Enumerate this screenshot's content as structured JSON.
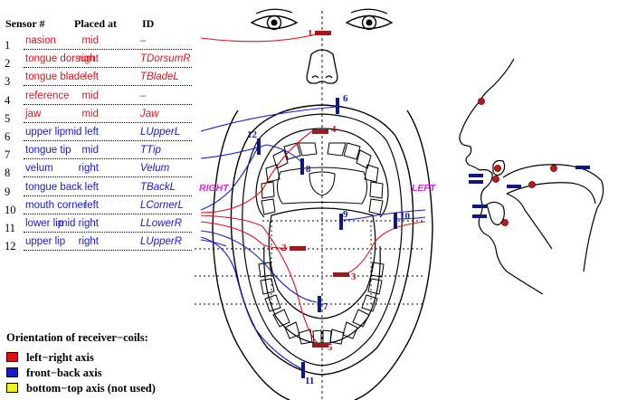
{
  "header": {
    "sensor": "Sensor #",
    "placed": "Placed at",
    "id": "ID"
  },
  "sensors": [
    {
      "num": "1",
      "name": "nasion",
      "place": "mid",
      "id": "–",
      "color": "red"
    },
    {
      "num": "2",
      "name": "tongue dorsum",
      "place": "right",
      "id": "TDorsumR",
      "color": "red"
    },
    {
      "num": "3",
      "name": "tongue blade",
      "place": "left",
      "id": "TBladeL",
      "color": "red"
    },
    {
      "num": "4",
      "name": "reference",
      "place": "mid",
      "id": "–",
      "color": "red"
    },
    {
      "num": "5",
      "name": "jaw",
      "place": "mid",
      "id": "Jaw",
      "color": "red"
    },
    {
      "num": "6",
      "name": "upper lip",
      "place": "mid left",
      "id": "LUpperL",
      "color": "blue"
    },
    {
      "num": "7",
      "name": "tongue tip",
      "place": "mid",
      "id": "TTip",
      "color": "blue"
    },
    {
      "num": "8",
      "name": "velum",
      "place": "right",
      "id": "Velum",
      "color": "blue"
    },
    {
      "num": "9",
      "name": "tongue back",
      "place": "left",
      "id": "TBackL",
      "color": "blue"
    },
    {
      "num": "10",
      "name": "mouth corner",
      "place": "left",
      "id": "LCornerL",
      "color": "blue"
    },
    {
      "num": "11",
      "name": "lower lip",
      "place": "mid right",
      "id": "LLowerR",
      "color": "blue"
    },
    {
      "num": "12",
      "name": "upper lip",
      "place": "right",
      "id": "LUpperR",
      "color": "blue"
    }
  ],
  "legend": {
    "title": "Orientation of receiver−coils:",
    "items": [
      {
        "label": "left−right axis",
        "color": "#e01010"
      },
      {
        "label": "front−back axis",
        "color": "#1818d0"
      },
      {
        "label": "bottom−top axis (not used)",
        "color": "#f0f020"
      }
    ]
  },
  "diagram": {
    "right_label": "RIGHT",
    "left_label": "LEFT",
    "sensor_numbers": [
      "1",
      "2",
      "3",
      "4",
      "5",
      "6",
      "7",
      "8",
      "9",
      "10",
      "11",
      "12"
    ]
  },
  "colors": {
    "red": "#e0101a",
    "blue": "#1818c8",
    "sensor_red": "#a01818",
    "sensor_blue": "#101880",
    "side_label": "#e020e0"
  }
}
